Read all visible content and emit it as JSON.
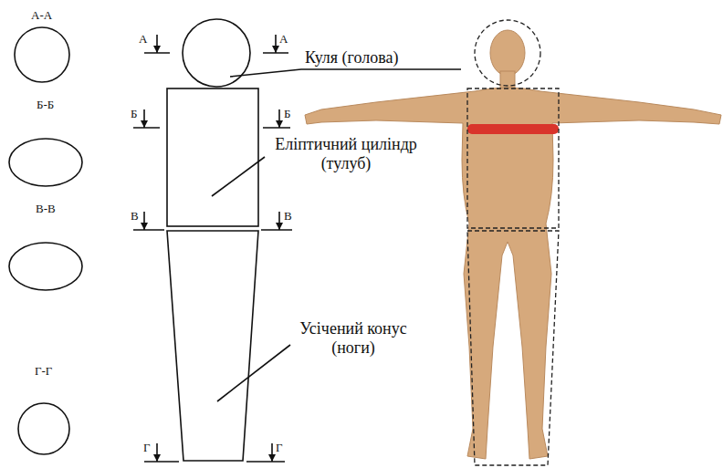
{
  "diagram": {
    "labels": [
      "А-А",
      "Б-Б",
      "В-В",
      "Г-Г",
      "А",
      "А",
      "Б",
      "Б",
      "В",
      "В",
      "Г",
      "Г",
      "Куля (голова)",
      "Еліптичний циліндр (тулуб)",
      "Усічений конус (ноги)"
    ]
  }
}
